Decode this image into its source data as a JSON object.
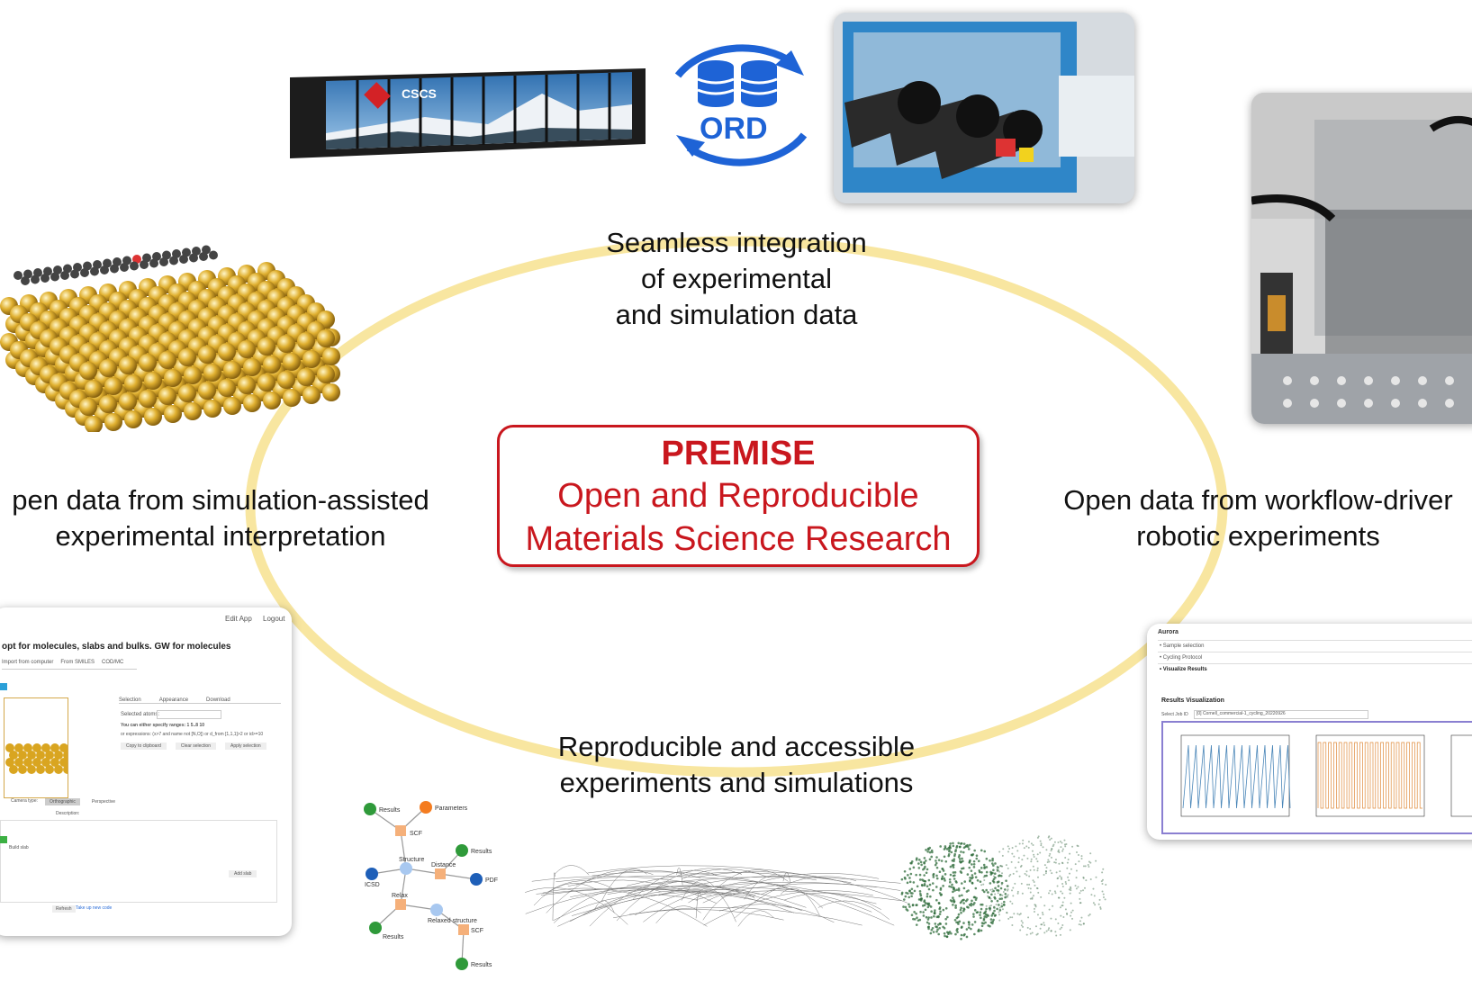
{
  "captions": {
    "top": "Seamless integration\nof experimental\nand simulation data",
    "left": "pen data from simulation-assisted\nexperimental interpretation",
    "right": "Open data from workflow-driver\nrobotic experiments",
    "bottom": "Reproducible and accessible\nexperiments and simulations"
  },
  "center": {
    "title": "PREMISE",
    "line1": "Open and Reproducible",
    "line2": "Materials Science Research"
  },
  "ord": {
    "label": "ORD"
  },
  "supercomputer": {
    "logo": "CSCS"
  },
  "aiida_app": {
    "title": "opt for molecules, slabs and bulks. GW for molecules",
    "tabs": [
      "Import from computer",
      "From SMILES",
      "COD/MC"
    ],
    "right_tabs": [
      "Selection",
      "Appearance",
      "Download"
    ],
    "selected_atoms_label": "Selected atoms:",
    "hint1": "You can either specify ranges: 1 5..8 10",
    "hint2": "or expressions: (x>7 and name not [N,O]) or d_from [1,1,1]>2 or id>=10",
    "buttons": [
      "Copy to clipboard",
      "Clear selection",
      "Apply selection"
    ],
    "camera_label": "Camera type:",
    "camera_options": [
      "Orthographic",
      "Perspective"
    ],
    "description_label": "Description:",
    "build_slab": "Build slab",
    "add_slab": "Add slab",
    "refresh": "Refresh",
    "take_new_code": "Take up new code",
    "top_right": [
      "Edit App",
      "Logout"
    ]
  },
  "aurora_app": {
    "title": "Aurora",
    "sections": [
      "• Sample selection",
      "• Cycling Protocol",
      "• Visualize Results"
    ],
    "results_title": "Results Visualization",
    "select_job_label": "Select Job ID",
    "select_job_value": "[0] Cornell_commercial-1_cycling_20220926"
  },
  "workflow_graph": {
    "nodes": [
      "Results",
      "Parameters",
      "SCF",
      "ICSD",
      "Structure",
      "Results",
      "Distance",
      "PDF",
      "Relax",
      "Relaxed structure",
      "Results",
      "SCF",
      "Results"
    ]
  },
  "colors": {
    "accent_red": "#c9171e",
    "ellipse": "#f8e6a0",
    "ord_blue": "#1e63d6",
    "gold": "#d9a520",
    "node_green": "#2f9a3a",
    "node_orange": "#f47c20",
    "node_blue": "#1e5fb8",
    "square_orange": "#f5b07a"
  }
}
